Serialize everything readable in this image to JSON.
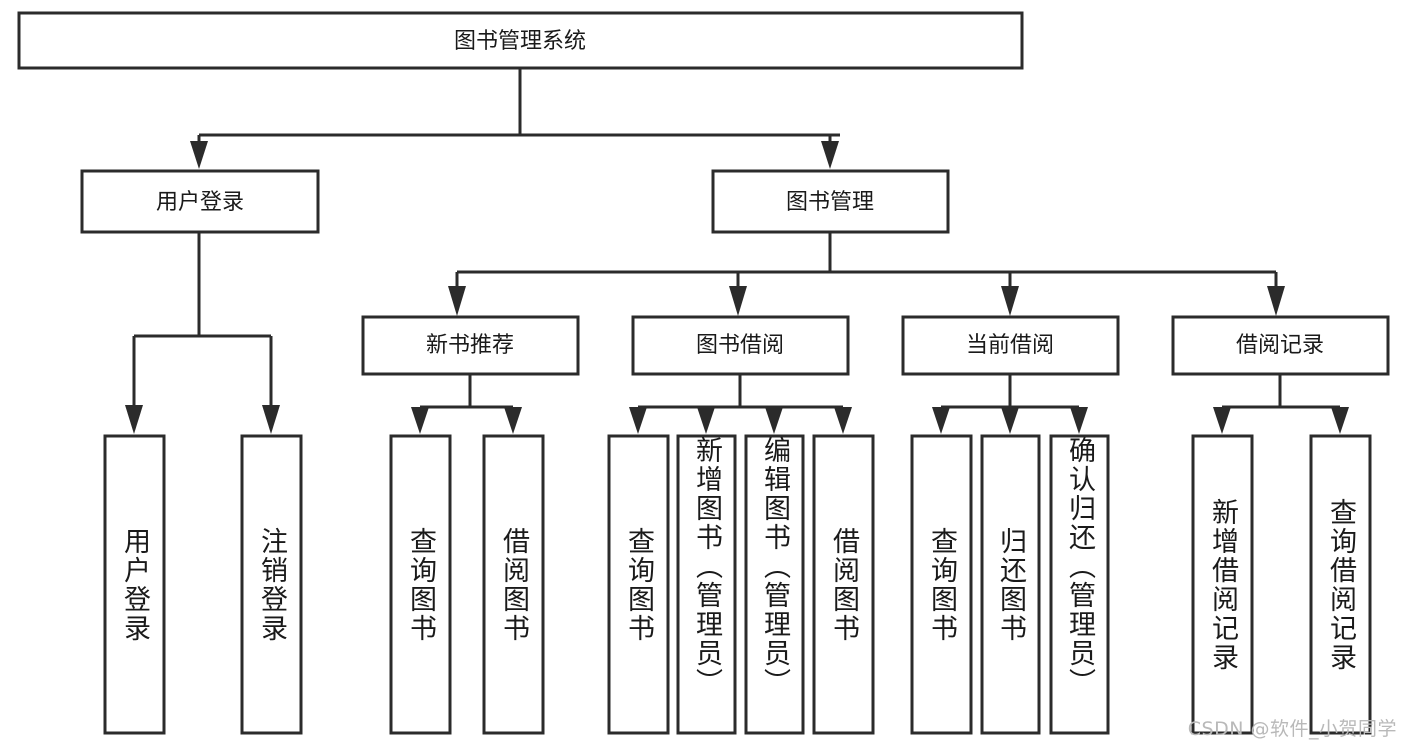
{
  "diagram": {
    "type": "tree-hierarchy-chart",
    "title": "图书管理系统",
    "watermark": "CSDN @软件_小贺同学",
    "colors": {
      "stroke": "#2b2b2b",
      "fill": "#ffffff",
      "text": "#1a1a1a",
      "watermark": "#b9b9b9",
      "background": "#ffffff"
    },
    "levels": {
      "root": {
        "label": "图书管理系统"
      },
      "level2": [
        {
          "label": "用户登录"
        },
        {
          "label": "图书管理"
        }
      ],
      "level3": [
        {
          "label": "新书推荐"
        },
        {
          "label": "图书借阅"
        },
        {
          "label": "当前借阅"
        },
        {
          "label": "借阅记录"
        }
      ],
      "leaves": {
        "user_login": [
          {
            "label": "用户登录"
          },
          {
            "label": "注销登录"
          }
        ],
        "new_book_recommend": [
          {
            "label": "查询图书"
          },
          {
            "label": "借阅图书"
          }
        ],
        "book_borrow": [
          {
            "label": "查询图书"
          },
          {
            "label": "新增图书（管理员）"
          },
          {
            "label": "编辑图书（管理员）"
          },
          {
            "label": "借阅图书"
          }
        ],
        "current_borrow": [
          {
            "label": "查询图书"
          },
          {
            "label": "归还图书"
          },
          {
            "label": "确认归还（管理员）"
          }
        ],
        "borrow_record": [
          {
            "label": "新增借阅记录"
          },
          {
            "label": "查询借阅记录"
          }
        ]
      }
    }
  }
}
